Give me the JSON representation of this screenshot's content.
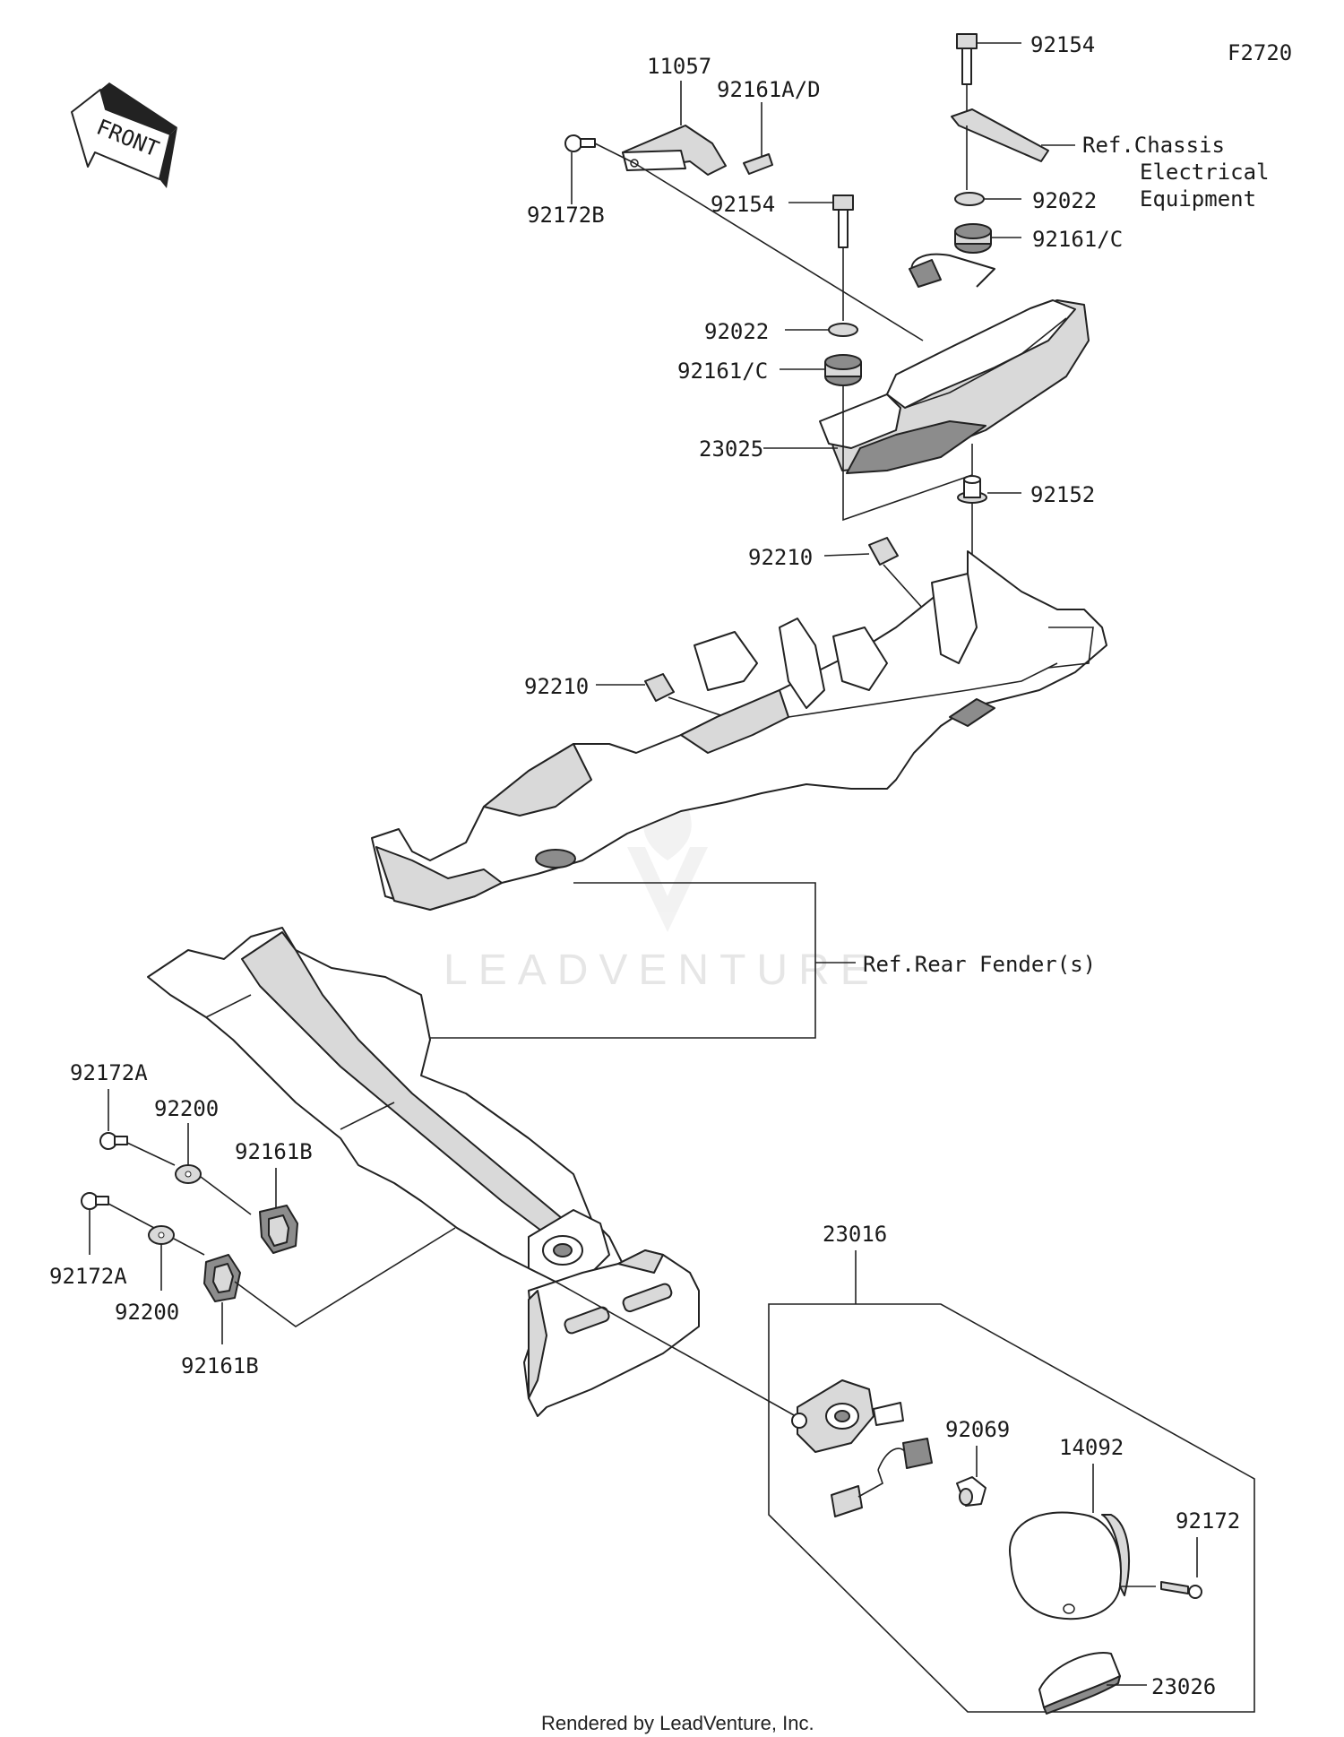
{
  "diagram": {
    "figure_code": "F2720",
    "front_arrow_label": "FRONT",
    "watermark": "LEADVENTURE",
    "footer": "Rendered by LeadVenture, Inc.",
    "labels": {
      "p11057": "11057",
      "p92161AD": "92161A/D",
      "p92172B": "92172B",
      "p92154_top": "92154",
      "ref_chassis_1": "Ref.Chassis",
      "ref_chassis_2": "Electrical",
      "ref_chassis_3": "Equipment",
      "p92022_right": "92022",
      "p92161C_right": "92161/C",
      "p92154_mid": "92154",
      "p92022_left": "92022",
      "p92161C_left": "92161/C",
      "p23025": "23025",
      "p92152": "92152",
      "p92210_top": "92210",
      "p92210_left": "92210",
      "ref_rear_fender": "Ref.Rear Fender(s)",
      "p92172A_top": "92172A",
      "p92200_top": "92200",
      "p92161B_top": "92161B",
      "p92172A_bottom": "92172A",
      "p92200_bottom": "92200",
      "p92161B_bottom": "92161B",
      "p23016": "23016",
      "p92069": "92069",
      "p14092": "14092",
      "p92172": "92172",
      "p23026": "23026"
    }
  }
}
